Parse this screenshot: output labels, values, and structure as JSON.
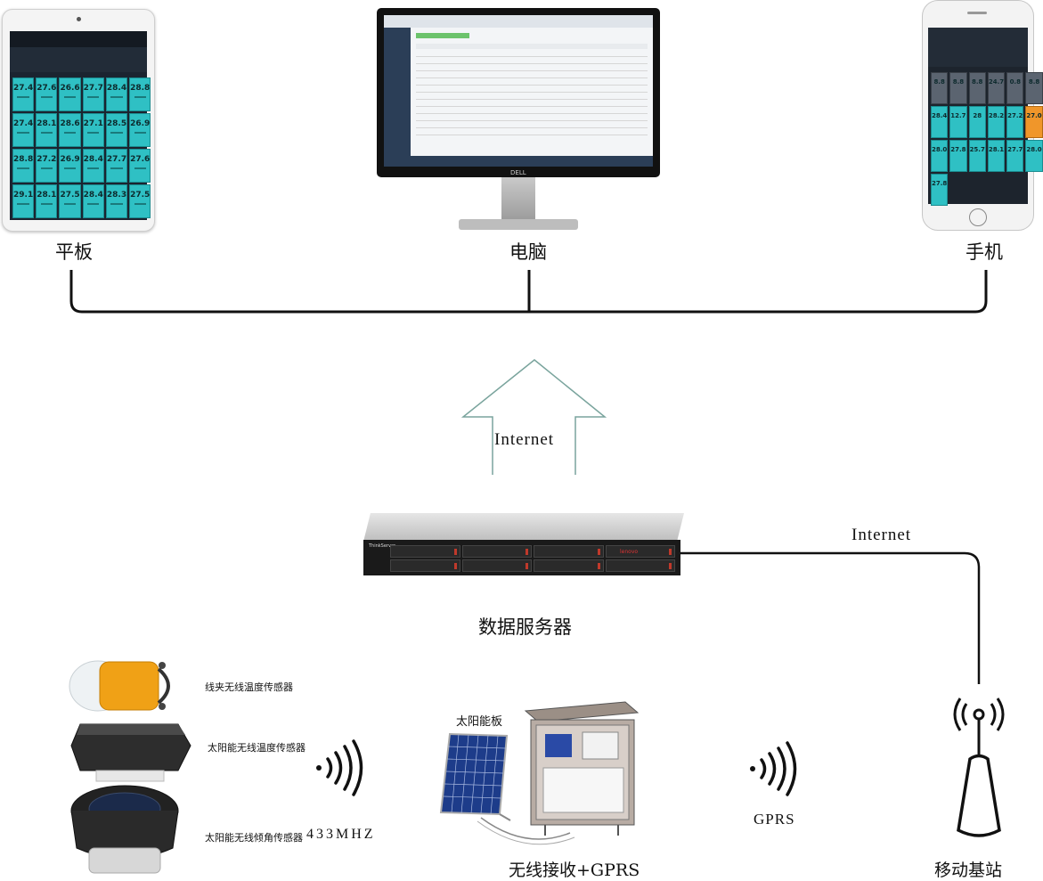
{
  "devices": {
    "tablet_label": "平板",
    "computer_label": "电脑",
    "phone_label": "手机",
    "computer_brand": "DELL"
  },
  "tablet_screen": {
    "values": [
      "27.4",
      "27.6",
      "26.6",
      "27.7",
      "28.4",
      "28.8",
      "27.4",
      "28.1",
      "28.6",
      "27.1",
      "28.5",
      "26.9",
      "28.8",
      "27.2",
      "26.9",
      "28.4",
      "27.7",
      "27.6",
      "29.1",
      "28.1",
      "27.5",
      "28.4",
      "28.3",
      "27.5"
    ]
  },
  "phone_screen": {
    "values": [
      "8.8",
      "8.8",
      "8.8",
      "24.7",
      "0.8",
      "8.8",
      "28.4",
      "12.7",
      "28",
      "28.2",
      "27.2",
      "27.0",
      "28.0",
      "27.8",
      "25.7",
      "28.1",
      "27.7",
      "28.0",
      "27.8"
    ]
  },
  "server": {
    "label": "数据服务器",
    "brand": "lenovo",
    "model": "ThinkServer"
  },
  "links": {
    "up_arrow_label": "Internet",
    "server_to_station_label": "Internet",
    "gateway_to_station_label": "GPRS",
    "sensor_link_label": "433MHZ"
  },
  "sensors": {
    "items": [
      {
        "label": "线夹无线温度传感器"
      },
      {
        "label": "太阳能无线温度传感器"
      },
      {
        "label": "太阳能无线倾角传感器"
      }
    ]
  },
  "gateway": {
    "label": "无线接收+GPRS",
    "solar_label": "太阳能板"
  },
  "station": {
    "label": "移动基站"
  },
  "colors": {
    "tile_teal": "#2fc0c4",
    "tile_orange": "#f0962a",
    "arrow_stroke": "#6a9a94",
    "line": "#111111"
  }
}
